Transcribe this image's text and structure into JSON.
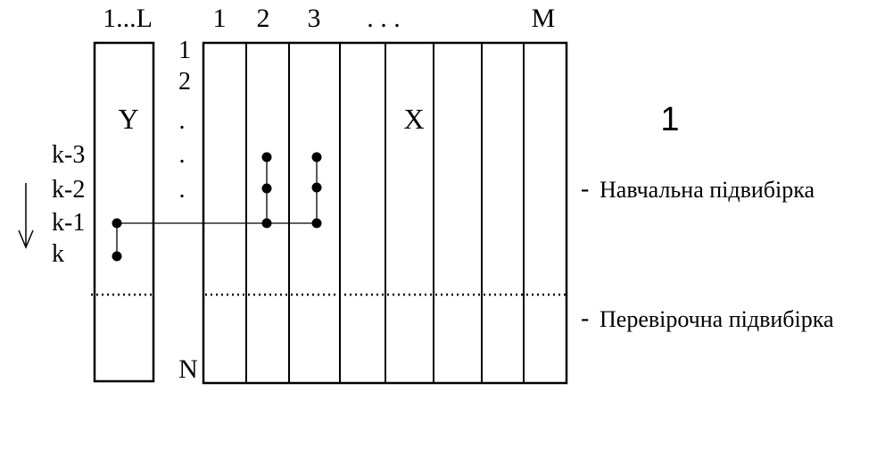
{
  "y_matrix": {
    "column_range_label": "1...L",
    "label": "Y"
  },
  "x_matrix": {
    "column_labels": [
      "1",
      "2",
      "3",
      ". . .",
      "M"
    ],
    "label": "X"
  },
  "row_labels": {
    "top": [
      "1",
      "2",
      ".",
      ".",
      "."
    ],
    "bottom": "N"
  },
  "lag_labels": [
    "k-3",
    "k-2",
    "k-1",
    "k"
  ],
  "figure_number": "1",
  "legend": {
    "dash": "-",
    "training": "Навчальна підвибірка",
    "validation": "Перевірочна підвибірка"
  }
}
